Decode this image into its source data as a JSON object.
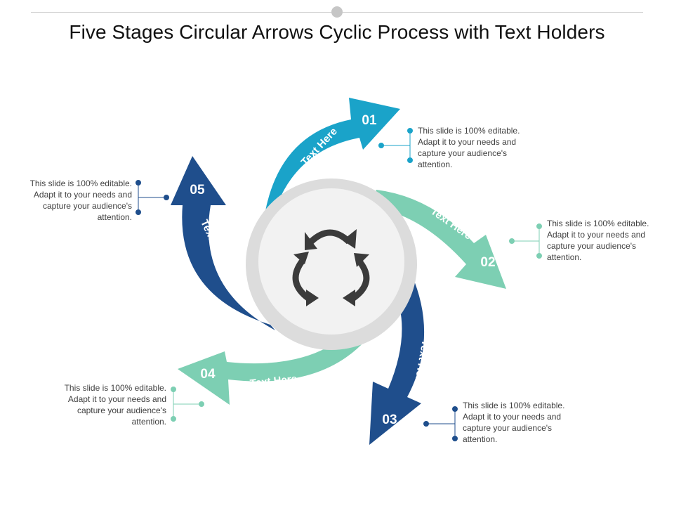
{
  "title": "Five Stages Circular Arrows Cyclic Process with Text Holders",
  "colors": {
    "teal": "#1aa3c9",
    "mint": "#7dcfb3",
    "navy": "#1f4e8c",
    "ring": "#dcdcdc",
    "center": "#f2f2f2",
    "icon": "#3b3b3b"
  },
  "center_icon": "recycle-arrows-icon",
  "stages": [
    {
      "number": "01",
      "label": "Text Here",
      "description": "This slide is 100% editable. Adapt it to your needs and capture your audience's attention."
    },
    {
      "number": "02",
      "label": "Text Here",
      "description": "This slide is 100% editable. Adapt it to your needs and capture your audience's attention."
    },
    {
      "number": "03",
      "label": "Text Here",
      "description": "This slide is 100% editable. Adapt it to your needs and capture your audience's attention."
    },
    {
      "number": "04",
      "label": "Text Here",
      "description": "This slide is 100% editable. Adapt it to your needs and capture your audience's attention."
    },
    {
      "number": "05",
      "label": "Text Here",
      "description": "This slide is 100% editable. Adapt it to your needs and capture your audience's attention."
    }
  ]
}
